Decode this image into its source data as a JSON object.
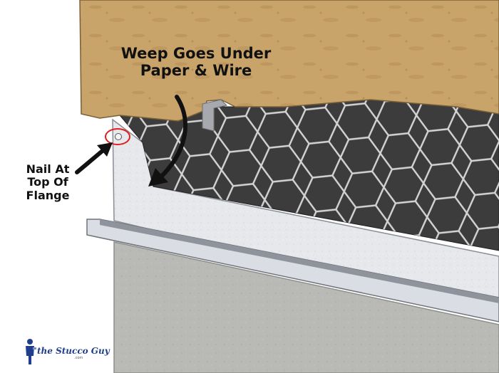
{
  "callouts": {
    "weep_line1": "Weep Goes Under",
    "weep_line2": "Paper & Wire",
    "nail_line1": "Nail At",
    "nail_line2": "Top Of",
    "nail_line3": "Flange"
  },
  "logo": {
    "text": "the Stucco Guy",
    "domain": ".com"
  },
  "colors": {
    "stucco": "#c8a46a",
    "paper": "#3c3c3c",
    "wire": "#d4d4d4",
    "flange": "#e6e8ec",
    "concrete": "#b9b9b5",
    "highlight_circle": "#e02020",
    "arrow": "#111111",
    "logo_blue": "#1f3f8c"
  },
  "icons": {
    "logo": "stucco-guy-person-icon",
    "nail": "nail-head-icon"
  }
}
